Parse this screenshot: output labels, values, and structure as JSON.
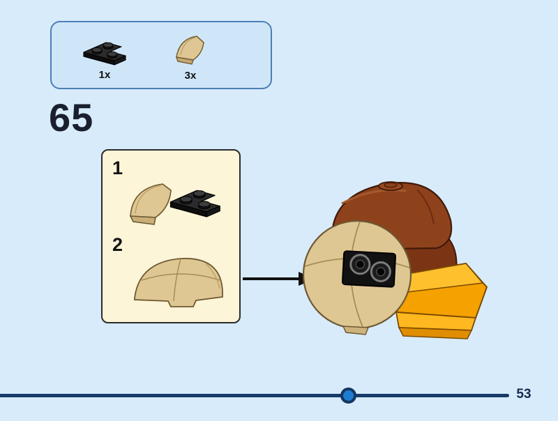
{
  "page": {
    "background_color": "#d8ebfa",
    "step_number": "65"
  },
  "parts_panel": {
    "background_color": "#cfe6f8",
    "border_color": "#4a7fb5",
    "items": [
      {
        "icon": "black-corner-plate-icon",
        "count_label": "1x",
        "piece_color": "#2b2b2b"
      },
      {
        "icon": "tan-curved-slope-icon",
        "count_label": "3x",
        "piece_color": "#dfc794"
      }
    ]
  },
  "instruction_box": {
    "background_color": "#fcf5d7",
    "substeps": [
      {
        "number": "1",
        "figure": "tan curved slope with black corner plate attached"
      },
      {
        "number": "2",
        "figure": "assembled tan dome half with notch"
      }
    ]
  },
  "model_preview": {
    "figure": "partially built model: brown top dome, tan dome face, black plate with two studs, yellow-orange beak base",
    "colors": {
      "brown": "#8e421c",
      "tan": "#dfc794",
      "yellow": "#ffb81f",
      "orange": "#f5a100",
      "black": "#121212"
    }
  },
  "progress_bar": {
    "track_color": "#173a68",
    "thumb_color": "#1e7cd0",
    "thumb_position_percent": 68,
    "page_number": "53"
  }
}
